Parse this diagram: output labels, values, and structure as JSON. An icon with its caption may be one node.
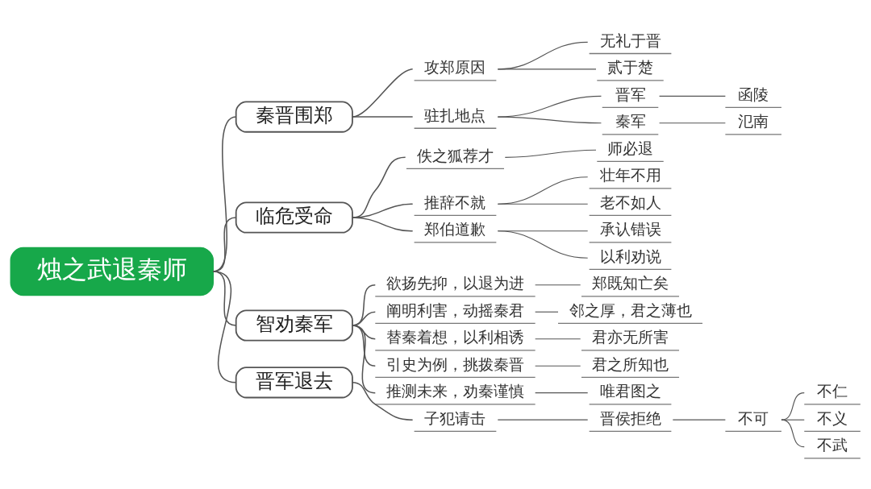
{
  "diagram": {
    "nodes": [
      {
        "text": [
          "烛之武退秦师"
        ]
      },
      {
        "text": [
          "秦晋围郑"
        ]
      },
      {
        "text": [
          "攻郑原因"
        ]
      },
      {
        "text": [
          "无礼于晋"
        ]
      },
      {
        "text": [
          "贰于楚"
        ]
      },
      {
        "text": [
          "驻扎地点"
        ]
      },
      {
        "text": [
          "晋军"
        ]
      },
      {
        "text": [
          "函陵"
        ]
      },
      {
        "text": [
          "秦军"
        ]
      },
      {
        "text": [
          "氾南"
        ]
      },
      {
        "text": [
          "临危受命"
        ]
      },
      {
        "text": [
          "佚之狐荐才"
        ]
      },
      {
        "text": [
          "师必退"
        ]
      },
      {
        "text": [
          "推辞不就"
        ]
      },
      {
        "text": [
          "壮年不用"
        ]
      },
      {
        "text": [
          "老不如人"
        ]
      },
      {
        "text": [
          "郑伯道歉"
        ]
      },
      {
        "text": [
          "承认错误"
        ]
      },
      {
        "text": [
          "以利劝说"
        ]
      },
      {
        "text": [
          "智劝秦军"
        ]
      },
      {
        "text": [
          "欲扬先抑，以退为进"
        ]
      },
      {
        "text": [
          "郑既知亡矣"
        ]
      },
      {
        "text": [
          "阐明利害，动摇秦君"
        ]
      },
      {
        "text": [
          "邻之厚，君之薄也"
        ]
      },
      {
        "text": [
          "替秦着想，以利相诱"
        ]
      },
      {
        "text": [
          "君亦无所害"
        ]
      },
      {
        "text": [
          "引史为例，挑拨秦晋"
        ]
      },
      {
        "text": [
          "君之所知也"
        ]
      },
      {
        "text": [
          "推测未来，劝秦谨慎"
        ]
      },
      {
        "text": [
          "唯君图之"
        ]
      },
      {
        "text": [
          "晋军退去"
        ]
      },
      {
        "text": [
          "子犯请击"
        ]
      },
      {
        "text": [
          "晋侯拒绝"
        ]
      },
      {
        "text": [
          "不可"
        ]
      },
      {
        "text": [
          "不仁"
        ]
      },
      {
        "text": [
          "不义"
        ]
      },
      {
        "text": [
          "不武"
        ]
      }
    ],
    "edges": [
      {
        "from": 0,
        "to": 1,
        "arrow": "none"
      },
      {
        "from": 1,
        "to": 2,
        "arrow": "none"
      },
      {
        "from": 2,
        "to": 3,
        "arrow": "none"
      },
      {
        "from": 2,
        "to": 4,
        "arrow": "none"
      },
      {
        "from": 1,
        "to": 5,
        "arrow": "none"
      },
      {
        "from": 5,
        "to": 6,
        "arrow": "none"
      },
      {
        "from": 6,
        "to": 7,
        "arrow": "none"
      },
      {
        "from": 5,
        "to": 8,
        "arrow": "none"
      },
      {
        "from": 8,
        "to": 9,
        "arrow": "none"
      },
      {
        "from": 0,
        "to": 10,
        "arrow": "none"
      },
      {
        "from": 10,
        "to": 11,
        "arrow": "none"
      },
      {
        "from": 11,
        "to": 12,
        "arrow": "none"
      },
      {
        "from": 10,
        "to": 13,
        "arrow": "none"
      },
      {
        "from": 13,
        "to": 14,
        "arrow": "none"
      },
      {
        "from": 13,
        "to": 15,
        "arrow": "none"
      },
      {
        "from": 10,
        "to": 16,
        "arrow": "none"
      },
      {
        "from": 16,
        "to": 17,
        "arrow": "none"
      },
      {
        "from": 16,
        "to": 18,
        "arrow": "none"
      },
      {
        "from": 0,
        "to": 19,
        "arrow": "none"
      },
      {
        "from": 19,
        "to": 20,
        "arrow": "none"
      },
      {
        "from": 20,
        "to": 21,
        "arrow": "none"
      },
      {
        "from": 19,
        "to": 22,
        "arrow": "none"
      },
      {
        "from": 22,
        "to": 23,
        "arrow": "none"
      },
      {
        "from": 19,
        "to": 24,
        "arrow": "none"
      },
      {
        "from": 24,
        "to": 25,
        "arrow": "none"
      },
      {
        "from": 19,
        "to": 26,
        "arrow": "none"
      },
      {
        "from": 26,
        "to": 27,
        "arrow": "none"
      },
      {
        "from": 19,
        "to": 28,
        "arrow": "none"
      },
      {
        "from": 28,
        "to": 29,
        "arrow": "none"
      },
      {
        "from": 0,
        "to": 30,
        "arrow": "none"
      },
      {
        "from": 30,
        "to": 31,
        "arrow": "none"
      },
      {
        "from": 31,
        "to": 32,
        "arrow": "none"
      },
      {
        "from": 32,
        "to": 33,
        "arrow": "none"
      },
      {
        "from": 33,
        "to": 34,
        "arrow": "none"
      },
      {
        "from": 33,
        "to": 35,
        "arrow": "none"
      },
      {
        "from": 33,
        "to": 36,
        "arrow": "none"
      }
    ]
  }
}
